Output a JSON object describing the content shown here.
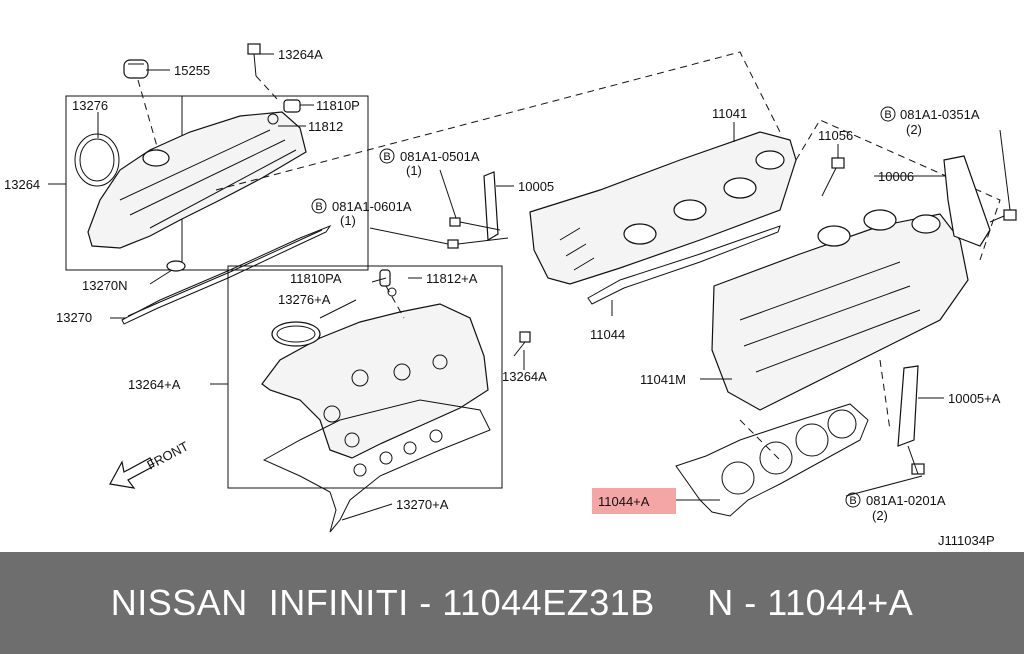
{
  "diagram_id": "J111034P",
  "labels": {
    "p15255": "15255",
    "p13264A_top": "13264A",
    "p11810P": "11810P",
    "p11812": "11812",
    "p13276": "13276",
    "p13264": "13264",
    "p13270N": "13270N",
    "p13270": "13270",
    "p11041": "11041",
    "p11056": "11056",
    "b0351_code": "081A1-0351A",
    "b0351_qty": "(2)",
    "b0501_code": "081A1-0501A",
    "b0501_qty": "(1)",
    "p10005": "10005",
    "b0601_code": "081A1-0601A",
    "b0601_qty": "(1)",
    "p10006": "10006",
    "p11810PA": "11810PA",
    "p11812A": "11812+A",
    "p13276A": "13276+A",
    "p11044": "11044",
    "p13264A_mid": "13264A",
    "p13264plusA": "13264+A",
    "p11041M": "11041M",
    "p10005A": "10005+A",
    "front": "FRONT",
    "p11044A": "11044+A",
    "b0201_code": "081A1-0201A",
    "b0201_qty": "(2)",
    "p13270A": "13270+A",
    "bolt_mark": "B"
  },
  "highlight_color": "#f4a6a6",
  "footer": {
    "text": "NISSAN  INFINITI - 11044EZ31B     N - 11044+A",
    "background": "#6e6e6e"
  }
}
